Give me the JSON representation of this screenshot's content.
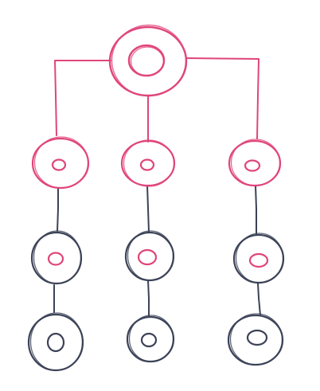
{
  "diagram": {
    "kind": "hierarchy-sketch",
    "colors": {
      "accent": "#e0457b",
      "ink": "#3c4257",
      "background": "#ffffff"
    },
    "nodes": [
      {
        "id": "root",
        "level": 0,
        "color": "accent"
      },
      {
        "id": "l1-a",
        "level": 1,
        "color": "accent",
        "parent": "root"
      },
      {
        "id": "l1-b",
        "level": 1,
        "color": "accent",
        "parent": "root"
      },
      {
        "id": "l1-c",
        "level": 1,
        "color": "accent",
        "parent": "root"
      },
      {
        "id": "l2-a",
        "level": 2,
        "color": "ink",
        "inner_color": "accent",
        "parent": "l1-a"
      },
      {
        "id": "l2-b",
        "level": 2,
        "color": "ink",
        "inner_color": "accent",
        "parent": "l1-b"
      },
      {
        "id": "l2-c",
        "level": 2,
        "color": "ink",
        "inner_color": "accent",
        "parent": "l1-c"
      },
      {
        "id": "l3-a",
        "level": 3,
        "color": "ink",
        "parent": "l2-a"
      },
      {
        "id": "l3-b",
        "level": 3,
        "color": "ink",
        "parent": "l2-b"
      },
      {
        "id": "l3-c",
        "level": 3,
        "color": "ink",
        "parent": "l2-c"
      }
    ]
  }
}
